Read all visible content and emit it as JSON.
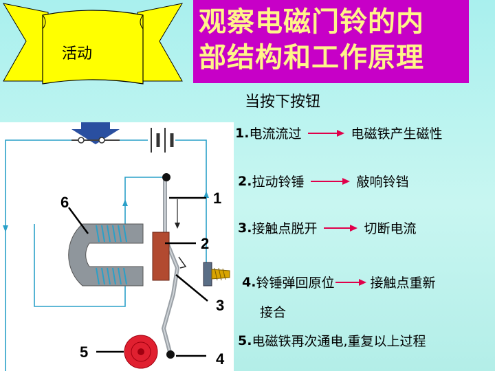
{
  "banner": {
    "label": "活动"
  },
  "title": {
    "line1": "观察电磁门铃的内",
    "line2": "部结构和工作原理"
  },
  "subtitle": "当按下按钮",
  "steps": [
    {
      "num": "1.",
      "action": "电流流过",
      "result": "电磁铁产生磁性"
    },
    {
      "num": "2.",
      "action": "拉动铃锤",
      "result": "敲响铃铛"
    },
    {
      "num": "3.",
      "action": "接触点脱开",
      "result": "切断电流"
    },
    {
      "num": "4.",
      "action": "铃锤弹回原位",
      "result": "接触点重新"
    },
    {
      "num": "5.",
      "action": "电磁铁再次通电,重复以上过程",
      "result": ""
    }
  ],
  "step4_continuation": "接合",
  "diagram_labels": {
    "l1": "1",
    "l2": "2",
    "l3": "3",
    "l4": "4",
    "l5": "5",
    "l6": "6"
  },
  "colors": {
    "title_bg": "#c700c7",
    "title_text": "#fff48a",
    "banner": "#ffff00",
    "arrow": "#e0004a",
    "wire": "#2aa0c8"
  }
}
